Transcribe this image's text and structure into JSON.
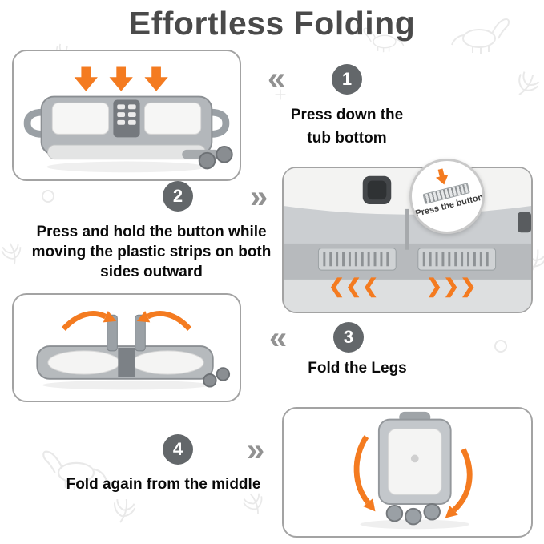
{
  "title": "Effortless Folding",
  "steps": [
    {
      "number": "1",
      "text": "Press down the tub bottom"
    },
    {
      "number": "2",
      "text": "Press and hold the button while moving the plastic strips on both sides outward"
    },
    {
      "number": "3",
      "text": "Fold the Legs"
    },
    {
      "number": "4",
      "text": "Fold again from the middle"
    }
  ],
  "panel2": {
    "callout_label": "Press the button"
  },
  "icons": {
    "chevron_left": "«",
    "chevron_right": "»",
    "outward_chevrons_left": "❮❮❮",
    "outward_chevrons_right": "❯❯❯"
  },
  "colors": {
    "accent_orange": "#f47b20",
    "step_circle": "#63676a",
    "title": "#4a4a4a",
    "panel_border": "#a3a3a3"
  }
}
